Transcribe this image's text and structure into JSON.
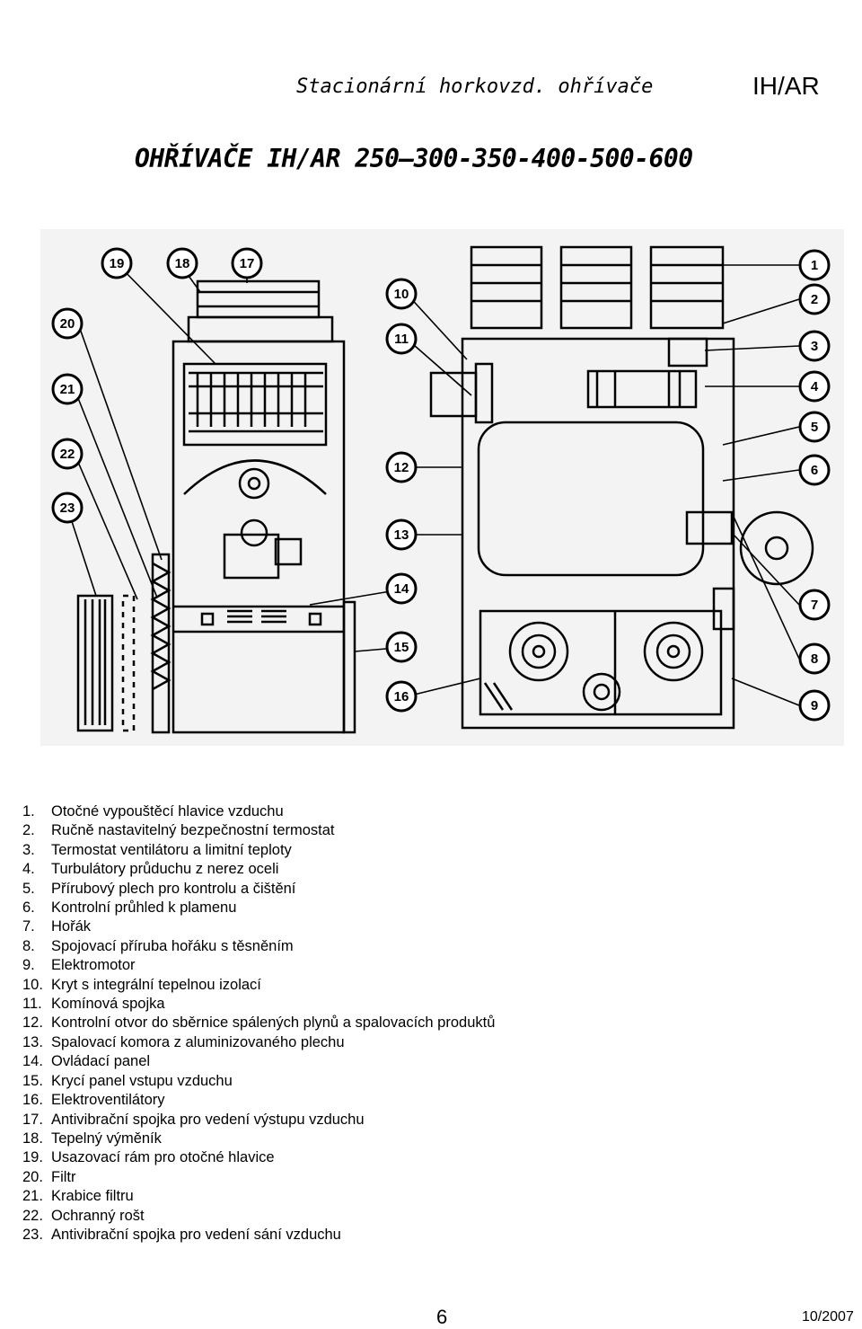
{
  "header": {
    "left_text": "Stacionární horkovzd. ohřívače",
    "right_text": "IH/AR"
  },
  "title": "OHŘÍVAČE IH/AR 250–300-350-400-500-600",
  "diagram": {
    "callouts": [
      "1",
      "2",
      "3",
      "4",
      "5",
      "6",
      "7",
      "8",
      "9",
      "10",
      "11",
      "12",
      "13",
      "14",
      "15",
      "16",
      "17",
      "18",
      "19",
      "20",
      "21",
      "22",
      "23"
    ]
  },
  "parts": [
    {
      "num": "1.",
      "text": "Otočné vypouštěcí hlavice vzduchu"
    },
    {
      "num": "2.",
      "text": "Ručně nastavitelný bezpečnostní termostat"
    },
    {
      "num": "3.",
      "text": "Termostat ventilátoru a limitní teploty"
    },
    {
      "num": "4.",
      "text": "Turbulátory průduchu z nerez oceli"
    },
    {
      "num": "5.",
      "text": "Přírubový plech pro kontrolu a čištění"
    },
    {
      "num": "6.",
      "text": "Kontrolní průhled k plamenu"
    },
    {
      "num": "7.",
      "text": "Hořák"
    },
    {
      "num": "8.",
      "text": "Spojovací příruba hořáku s těsněním"
    },
    {
      "num": "9.",
      "text": "Elektromotor"
    },
    {
      "num": "10.",
      "text": "Kryt s integrální tepelnou izolací"
    },
    {
      "num": "11.",
      "text": "Komínová spojka"
    },
    {
      "num": "12.",
      "text": "Kontrolní otvor do sběrnice spálených plynů a spalovacích produktů"
    },
    {
      "num": "13.",
      "text": "Spalovací komora z aluminizovaného plechu"
    },
    {
      "num": "14.",
      "text": "Ovládací panel"
    },
    {
      "num": "15.",
      "text": "Krycí panel vstupu vzduchu"
    },
    {
      "num": "16.",
      "text": "Elektroventilátory"
    },
    {
      "num": "17.",
      "text": "Antivibrační spojka pro vedení výstupu vzduchu"
    },
    {
      "num": "18.",
      "text": "Tepelný výměník"
    },
    {
      "num": "19.",
      "text": "Usazovací rám pro otočné hlavice"
    },
    {
      "num": "20.",
      "text": "Filtr"
    },
    {
      "num": "21.",
      "text": "Krabice filtru"
    },
    {
      "num": "22.",
      "text": "Ochranný rošt"
    },
    {
      "num": "23.",
      "text": "Antivibrační spojka pro vedení sání vzduchu"
    }
  ],
  "footer": {
    "page_number": "6",
    "date": "10/2007"
  }
}
